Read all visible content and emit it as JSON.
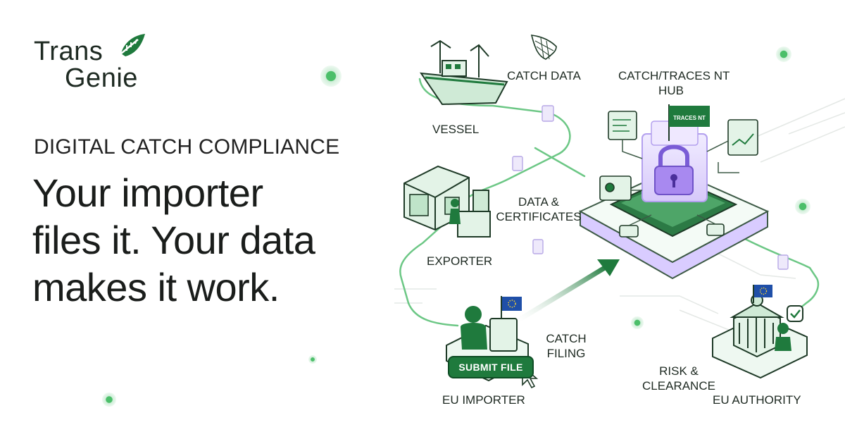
{
  "brand": {
    "line1": "Trans",
    "line2": "Genie",
    "accent_color": "#1f7a3d"
  },
  "eyebrow": "DIGITAL CATCH COMPLIANCE",
  "headline": {
    "line1": "Your importer",
    "line2": "files it. Your data",
    "line3": "makes it work."
  },
  "diagram": {
    "nodes": {
      "vessel": "VESSEL",
      "exporter": "EXPORTER",
      "eu_importer": "EU IMPORTER",
      "hub_line1": "CATCH/TRACES NT",
      "hub_line2": "HUB",
      "eu_authority": "EU AUTHORITY"
    },
    "flows": {
      "catch_data": "CATCH DATA",
      "data_certs_line1": "DATA &",
      "data_certs_line2": "CERTIFICATES",
      "catch_filing_line1": "CATCH",
      "catch_filing_line2": "FILING",
      "risk_line1": "RISK &",
      "risk_line2": "CLEARANCE"
    },
    "hub_flag": "TRACES NT",
    "submit_button": "SUBMIT FILE",
    "icons": [
      "fishing-vessel-icon",
      "fishing-net-icon",
      "warehouse-icon",
      "eu-flag-icon",
      "padlock-icon",
      "government-building-icon",
      "checkmark-icon",
      "cursor-icon",
      "document-icon"
    ]
  },
  "colors": {
    "green": "#1f7a3d",
    "light_green": "#8fd4a3",
    "lavender": "#c9b8f0",
    "line": "#6cc785"
  }
}
